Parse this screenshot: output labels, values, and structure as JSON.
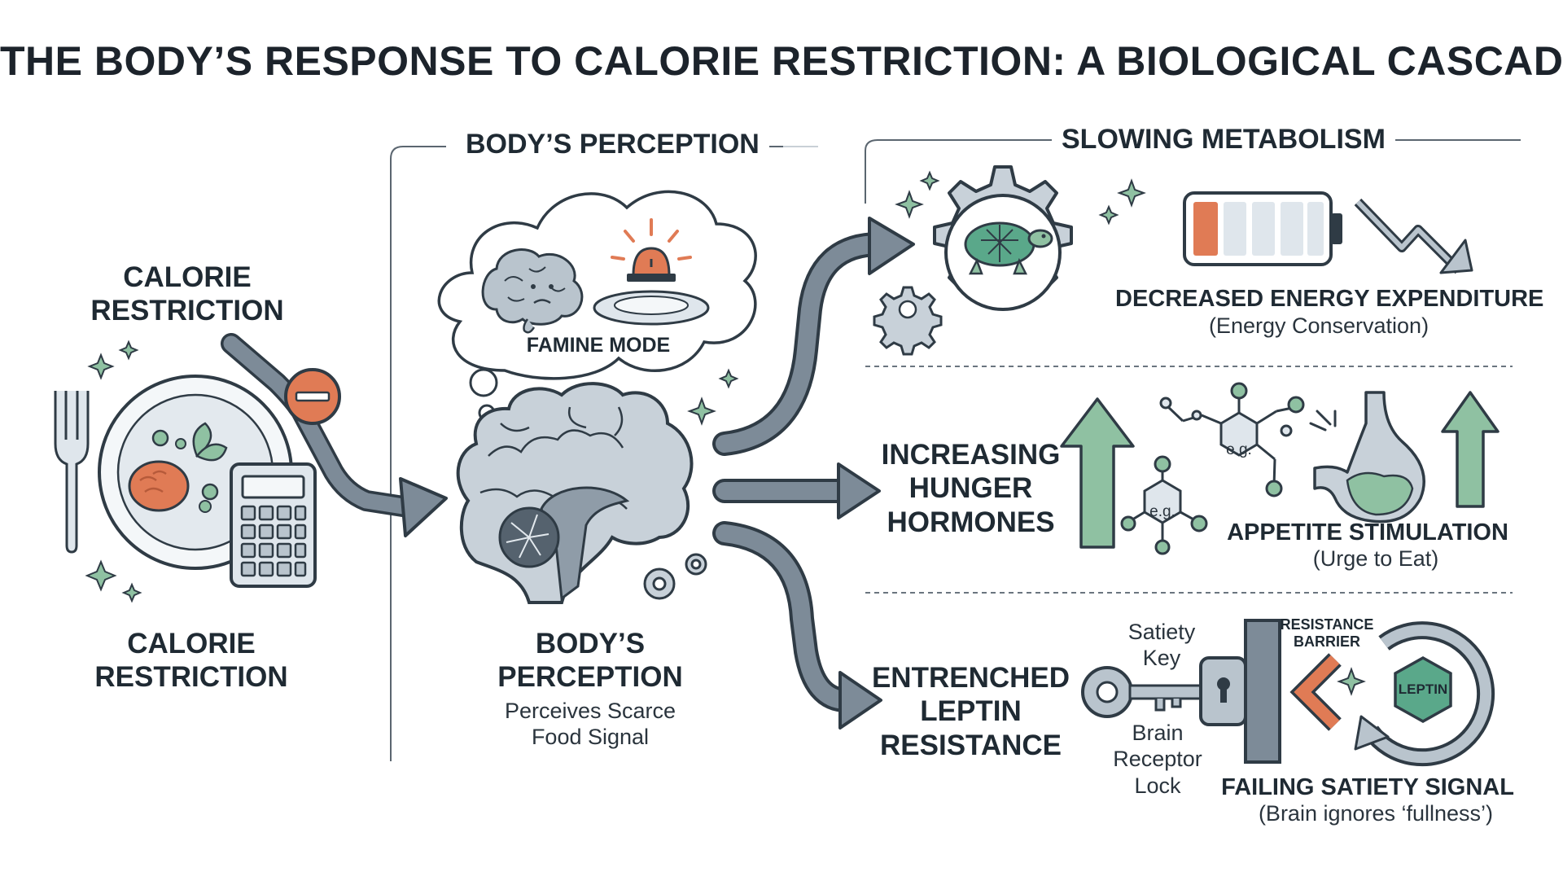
{
  "title": "THE BODY’S RESPONSE TO CALORIE RESTRICTION: A BIOLOGICAL CASCADE",
  "headers": {
    "perception": "BODY’S PERCEPTION",
    "metabolism": "SLOWING METABOLISM"
  },
  "restriction": {
    "top_line1": "CALORIE",
    "top_line2": "RESTRICTION",
    "bottom_line1": "CALORIE",
    "bottom_line2": "RESTRICTION"
  },
  "perception": {
    "thought_label": "FAMINE MODE",
    "label_line1": "BODY’S",
    "label_line2": "PERCEPTION",
    "desc_line1": "Perceives Scarce",
    "desc_line2": "Food Signal"
  },
  "metabolism": {
    "label": "DECREASED ENERGY EXPENDITURE",
    "desc": "(Energy Conservation)"
  },
  "hunger": {
    "title_line1": "INCREASING",
    "title_line2": "HUNGER",
    "title_line3": "HORMONES",
    "molecule_tag1": "e.g.",
    "molecule_tag2": "e.g.",
    "label": "APPETITE STIMULATION",
    "desc": "(Urge to Eat)"
  },
  "leptin": {
    "title_line1": "ENTRENCHED",
    "title_line2": "LEPTIN",
    "title_line3": "RESISTANCE",
    "key_line1": "Satiety",
    "key_line2": "Key",
    "lock_line1": "Brain",
    "lock_line2": "Receptor",
    "lock_line3": "Lock",
    "barrier_line1": "RESISTANCE",
    "barrier_line2": "BARRIER",
    "hex_label": "LEPTIN",
    "label": "FAILING SATIETY SIGNAL",
    "desc": "(Brain ignores ‘fullness’)"
  },
  "colors": {
    "ink": "#2f3b45",
    "arrow_fill": "#7d8b98",
    "accent_orange": "#e07b55",
    "accent_green": "#8fc1a2",
    "accent_teal": "#5aa88a",
    "light_gray": "#dfe6ec"
  }
}
